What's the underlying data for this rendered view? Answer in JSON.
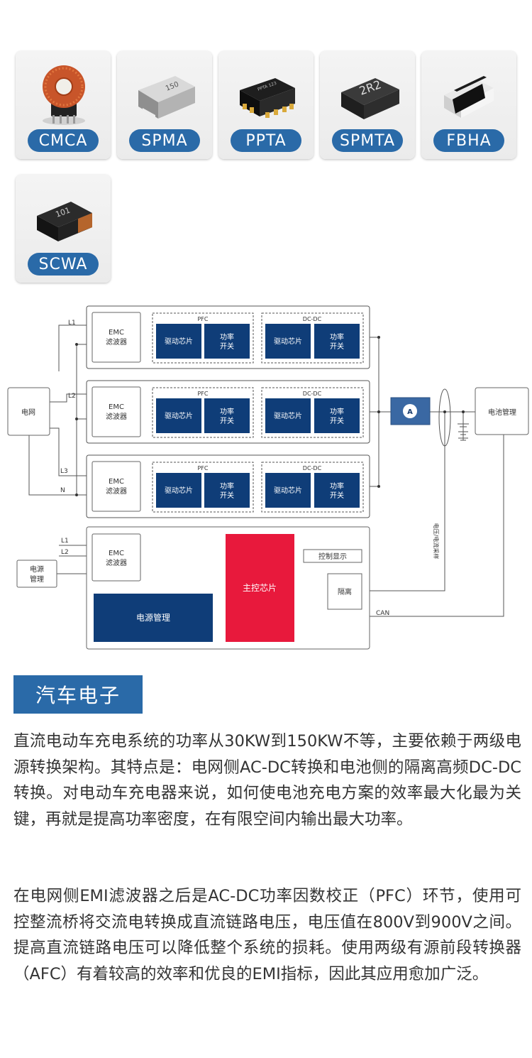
{
  "products": [
    {
      "label": "CMCA",
      "icon": "toroid-choke-icon"
    },
    {
      "label": "SPMA",
      "icon": "smd-power-inductor-icon",
      "marking": "150"
    },
    {
      "label": "PPTA",
      "icon": "smd-transformer-icon",
      "marking": "PPTA 123"
    },
    {
      "label": "SPMTA",
      "icon": "molded-inductor-icon",
      "marking": "2R2"
    },
    {
      "label": "FBHA",
      "icon": "ferrite-bead-icon"
    },
    {
      "label": "SCWA",
      "icon": "shielded-inductor-icon",
      "marking": "101"
    }
  ],
  "diagram": {
    "grid": "电网",
    "battery": "电池管理",
    "lines": {
      "l1": "L1",
      "l2": "L2",
      "l3": "L3",
      "n": "N"
    },
    "emc": {
      "line1": "EMC",
      "line2": "滤波器"
    },
    "pfc": "PFC",
    "dcdc": "DC-DC",
    "driver": "驱动芯片",
    "power_switch": {
      "line1": "功率",
      "line2": "开关"
    },
    "ammeter": "A",
    "sense_label": "电压/电流采样",
    "power_source": {
      "line1": "电源",
      "line2": "管理"
    },
    "ctrl_l1": "L1",
    "ctrl_l2": "L2",
    "power_mgmt": "电源管理",
    "main_chip": "主控芯片",
    "display": "控制显示",
    "isolation": "隔离",
    "can": "CAN"
  },
  "section_title": "汽车电子",
  "paragraphs": [
    "直流电动车充电系统的功率从30KW到150KW不等，主要依赖于两级电源转换架构。其特点是：电网侧AC-DC转换和电池侧的隔离高频DC-DC转换。对电动车充电器来说，如何使电池充电方案的效率最大化最为关键，再就是提高功率密度，在有限空间内输出最大功率。",
    "在电网侧EMI滤波器之后是AC-DC功率因数校正（PFC）环节，使用可控整流桥将交流电转换成直流链路电压，电压值在800V到900V之间。提高直流链路电压可以降低整个系统的损耗。使用两级有源前段转换器（AFC）有着较高的效率和优良的EMI指标，因此其应用愈加广泛。"
  ],
  "colors": {
    "accent": "#2a6aa8",
    "navy": "#0f3d78",
    "red": "#e8193c"
  }
}
